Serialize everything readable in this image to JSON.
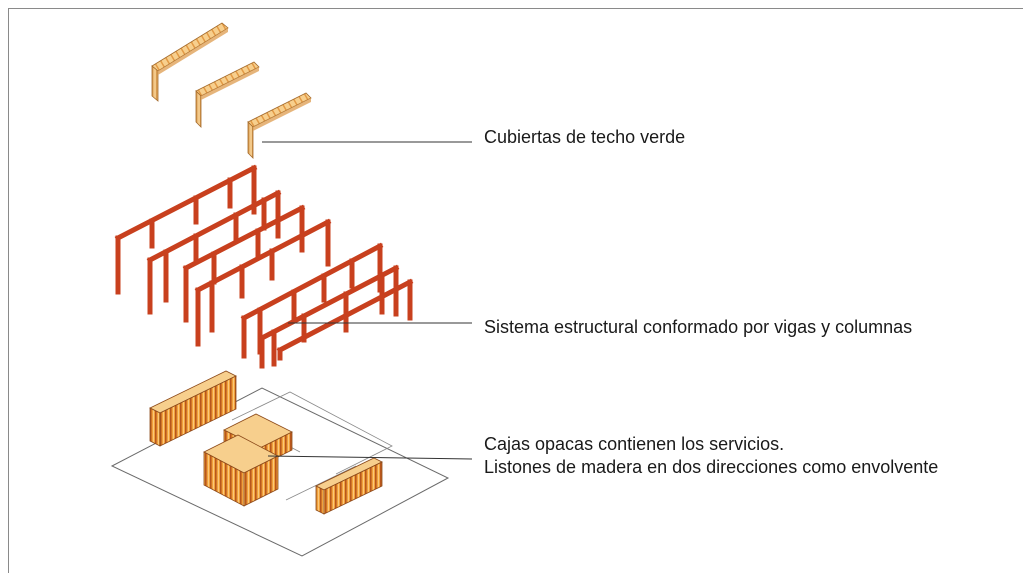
{
  "labels": {
    "roof": "Cubiertas de techo verde",
    "structure": "Sistema estructural conformado por vigas y columnas",
    "boxes_line1": "Cajas opacas contienen los servicios.",
    "boxes_line2": "Listones de madera en dos direcciones como envolvente"
  },
  "colors": {
    "frame_red": "#c8401e",
    "frame_red_dark": "#8c2410",
    "wood_light": "#f3c98a",
    "wood_orange": "#e8892f",
    "wood_dark": "#b9561c",
    "outline": "#555555",
    "leader": "#333333"
  }
}
